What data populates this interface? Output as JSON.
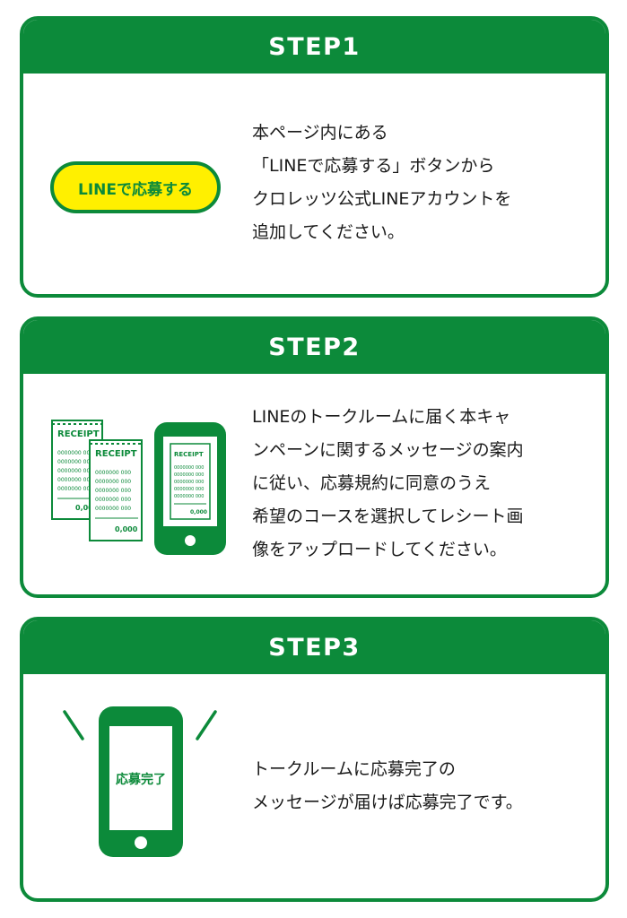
{
  "steps": [
    {
      "title": "STEP1",
      "button_label": "LINEで応募する",
      "description": "本ページ内にある\n「LINEで応募する」ボタンから\nクロレッツ公式LINEアカウントを\n追加してください。"
    },
    {
      "title": "STEP2",
      "receipt_label": "RECEIPT",
      "receipt_rows": [
        "0000000 000",
        "0000000 000",
        "0000000 000",
        "0000000 000",
        "0000000 000"
      ],
      "receipt_total": "0,000",
      "description": "LINEのトークルームに届く本キャ\nンペーンに関するメッセージの案内\nに従い、応募規約に同意のうえ\n希望のコースを選択してレシート画\n像をアップロードしてください。"
    },
    {
      "title": "STEP3",
      "phone_label": "応募完了",
      "description": "トークルームに応募完了の\nメッセージが届けば応募完了です。"
    }
  ],
  "colors": {
    "brand_green": "#0c8a3a",
    "button_yellow": "#fff000"
  },
  "icons": [
    "receipt-icon",
    "smartphone-icon",
    "smartphone-complete-icon"
  ]
}
